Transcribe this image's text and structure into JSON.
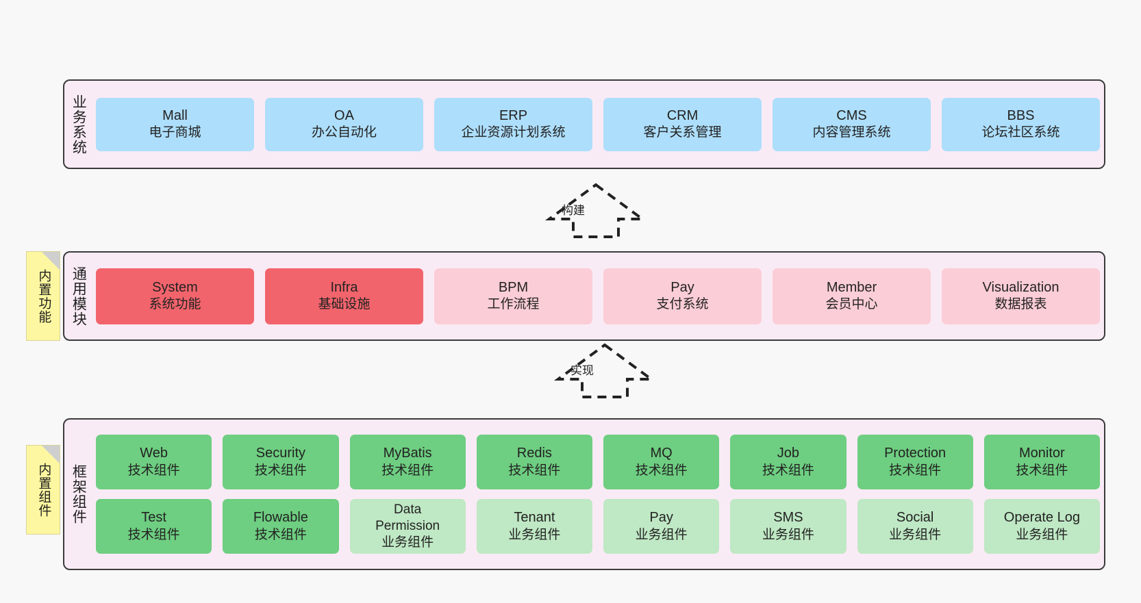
{
  "diagram": {
    "background_color": "#f8f8f8",
    "layer_fill": "#f9ebf5",
    "layer_border": "#3b3b3b"
  },
  "layers": {
    "business": {
      "title": "业务系统",
      "box_color": "#addefb",
      "items": [
        {
          "name": "Mall",
          "desc": "电子商城"
        },
        {
          "name": "OA",
          "desc": "办公自动化"
        },
        {
          "name": "ERP",
          "desc": "企业资源计划系统"
        },
        {
          "name": "CRM",
          "desc": "客户关系管理"
        },
        {
          "name": "CMS",
          "desc": "内容管理系统"
        },
        {
          "name": "BBS",
          "desc": "论坛社区系统"
        }
      ]
    },
    "common": {
      "title": "通用模块",
      "note": "内置功能",
      "strong_color": "#f2646c",
      "light_color": "#fbcdd6",
      "items": [
        {
          "name": "System",
          "desc": "系统功能",
          "style": "strong"
        },
        {
          "name": "Infra",
          "desc": "基础设施",
          "style": "strong"
        },
        {
          "name": "BPM",
          "desc": "工作流程",
          "style": "light"
        },
        {
          "name": "Pay",
          "desc": "支付系统",
          "style": "light"
        },
        {
          "name": "Member",
          "desc": "会员中心",
          "style": "light"
        },
        {
          "name": "Visualization",
          "desc": "数据报表",
          "style": "light"
        }
      ]
    },
    "framework": {
      "title": "框架组件",
      "note": "内置组件",
      "tech_color": "#6ece81",
      "biz_color": "#bfe8c4",
      "items": [
        {
          "name": "Web",
          "desc": "技术组件",
          "style": "tech"
        },
        {
          "name": "Security",
          "desc": "技术组件",
          "style": "tech"
        },
        {
          "name": "MyBatis",
          "desc": "技术组件",
          "style": "tech"
        },
        {
          "name": "Redis",
          "desc": "技术组件",
          "style": "tech"
        },
        {
          "name": "MQ",
          "desc": "技术组件",
          "style": "tech"
        },
        {
          "name": "Job",
          "desc": "技术组件",
          "style": "tech"
        },
        {
          "name": "Protection",
          "desc": "技术组件",
          "style": "tech"
        },
        {
          "name": "Monitor",
          "desc": "技术组件",
          "style": "tech"
        },
        {
          "name": "Test",
          "desc": "技术组件",
          "style": "tech"
        },
        {
          "name": "Flowable",
          "desc": "技术组件",
          "style": "tech"
        },
        {
          "name": "Data",
          "name2": "Permission",
          "desc": "业务组件",
          "style": "biz"
        },
        {
          "name": "Tenant",
          "desc": "业务组件",
          "style": "biz"
        },
        {
          "name": "Pay",
          "desc": "业务组件",
          "style": "biz"
        },
        {
          "name": "SMS",
          "desc": "业务组件",
          "style": "biz"
        },
        {
          "name": "Social",
          "desc": "业务组件",
          "style": "biz"
        },
        {
          "name": "Operate Log",
          "desc": "业务组件",
          "style": "biz"
        }
      ]
    }
  },
  "connectors": [
    {
      "label": "构建",
      "from": "common",
      "to": "business",
      "style": "dashed-hollow-arrow"
    },
    {
      "label": "实现",
      "from": "framework",
      "to": "common",
      "style": "dashed-hollow-arrow"
    }
  ]
}
